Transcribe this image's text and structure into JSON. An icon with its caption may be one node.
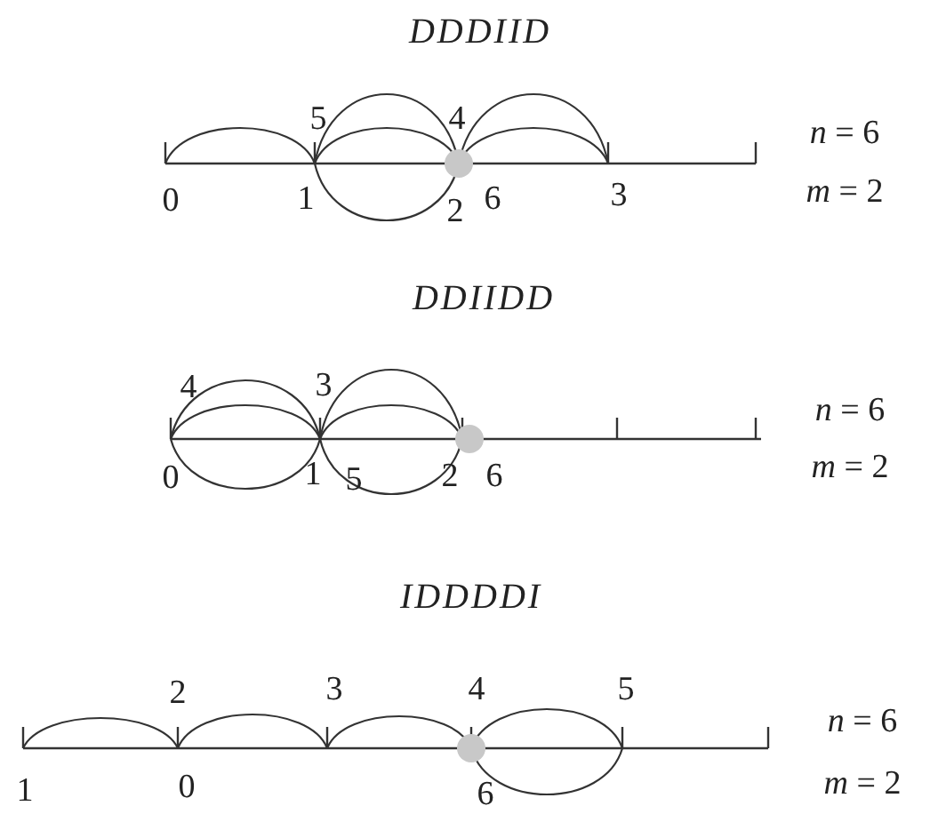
{
  "diagram": {
    "labels": [
      "DDDIID",
      "5",
      "4",
      "*n* = 6",
      "0",
      "1",
      "2",
      "6",
      "3",
      "*m* = 2",
      "DDIIDD",
      "4",
      "3",
      "*n* = 6",
      "0",
      "1",
      "5",
      "2",
      "6",
      "*m* = 2",
      "IDDDDI",
      "2",
      "3",
      "4",
      "5",
      "*n* = 6",
      "1",
      "0",
      "6",
      "*m* = 2"
    ]
  }
}
